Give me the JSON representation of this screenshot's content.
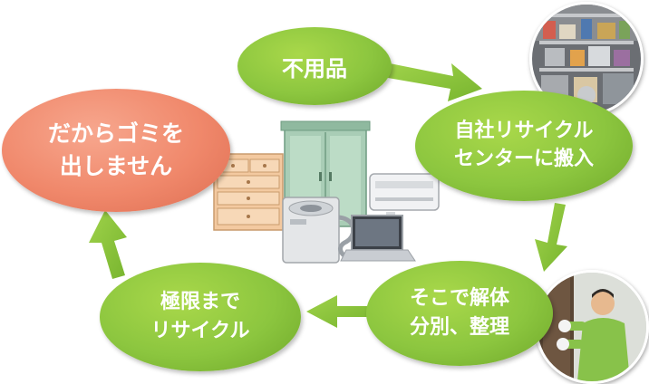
{
  "nodes": {
    "fuyouhin": "不用品",
    "center_line1": "自社リサイクル",
    "center_line2": "センターに搬入",
    "kaitai_line1": "そこで解体",
    "kaitai_line2": "分別、整理",
    "kyokugen_line1": "極限まで",
    "kyokugen_line2": "リサイクル",
    "dakara_line1": "だからゴミを",
    "dakara_line2": "出しません"
  },
  "colors": {
    "green": "#8cc63f",
    "salmon": "#f0886b",
    "text": "#ffffff"
  },
  "icons": {
    "items_illustration": "household-appliances-illustration",
    "warehouse_photo": "recycling-center-shelves-photo",
    "worker_photo": "worker-dismantling-photo"
  }
}
